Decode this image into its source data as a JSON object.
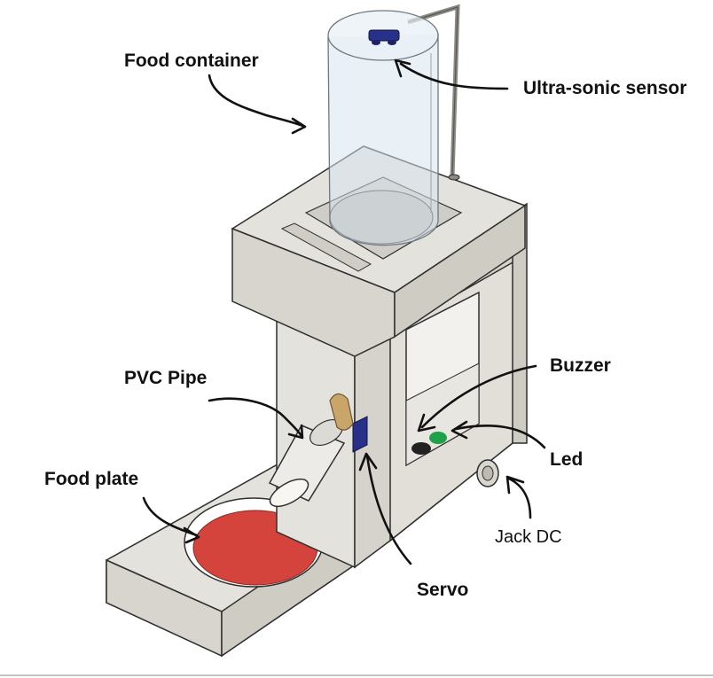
{
  "labels": {
    "food_container": "Food container",
    "ultrasonic_sensor": "Ultra-sonic sensor",
    "pvc_pipe": "PVC Pipe",
    "buzzer": "Buzzer",
    "led": "Led",
    "food_plate": "Food plate",
    "jack_dc": "Jack DC",
    "servo": "Servo"
  },
  "colors": {
    "body": "#e4e2dc",
    "body_dark": "#cfccc4",
    "edge": "#2f2f2f",
    "plate": "#d4433c",
    "servo": "#27318a",
    "servo_horn": "#c9a56a",
    "led": "#1fa04a",
    "buzzer": "#222222"
  }
}
